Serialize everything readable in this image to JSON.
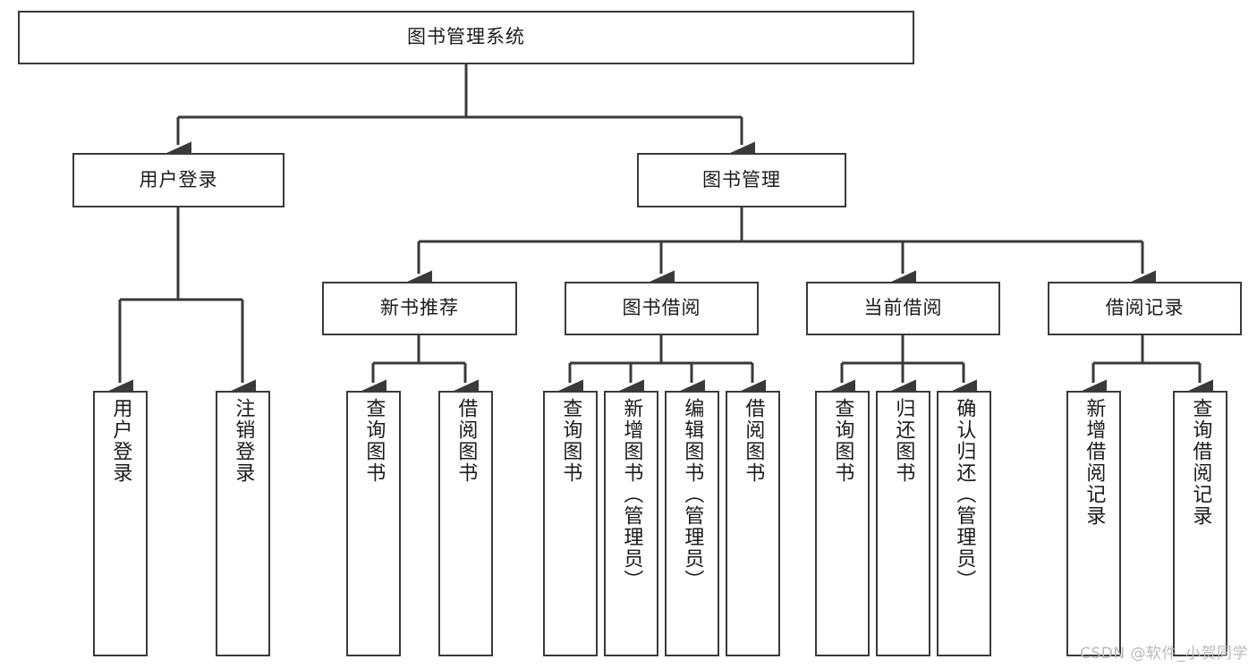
{
  "diagram": {
    "type": "tree",
    "title": "图书管理系统",
    "orientation": "top-down",
    "colors": {
      "box_border": "#3a3a3a",
      "box_fill": "#ffffff",
      "connector": "#3a3a3a",
      "text": "#1b1b1b",
      "watermark": "#b9b9b9",
      "background": "#ffffff"
    },
    "root": {
      "label": "图书管理系统"
    },
    "level1": [
      {
        "label": "用户登录"
      },
      {
        "label": "图书管理"
      }
    ],
    "level2": [
      {
        "label": "新书推荐"
      },
      {
        "label": "图书借阅"
      },
      {
        "label": "当前借阅"
      },
      {
        "label": "借阅记录"
      }
    ],
    "leaves": {
      "user_login": [
        {
          "label": "用户登录"
        },
        {
          "label": "注销登录"
        }
      ],
      "new_book_recommend": [
        {
          "label": "查询图书"
        },
        {
          "label": "借阅图书"
        }
      ],
      "book_borrow": [
        {
          "label": "查询图书"
        },
        {
          "label": "新增图书（管理员）"
        },
        {
          "label": "编辑图书（管理员）"
        },
        {
          "label": "借阅图书"
        }
      ],
      "current_borrow": [
        {
          "label": "查询图书"
        },
        {
          "label": "归还图书"
        },
        {
          "label": "确认归还（管理员）"
        }
      ],
      "borrow_record": [
        {
          "label": "新增借阅记录"
        },
        {
          "label": "查询借阅记录"
        }
      ]
    }
  },
  "watermark": {
    "text": "CSDN @软件_小贺同学"
  }
}
